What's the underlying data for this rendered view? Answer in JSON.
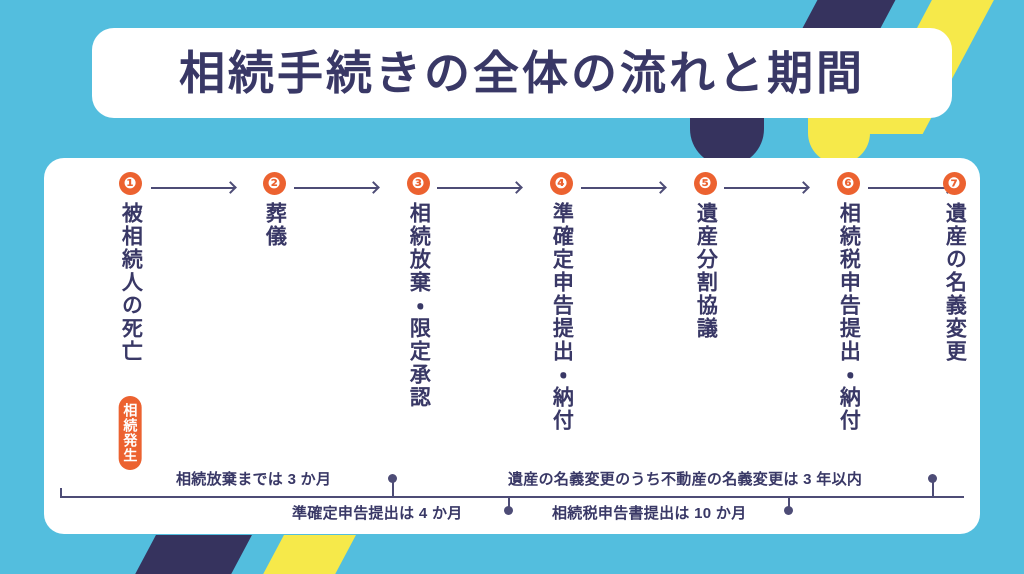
{
  "title": {
    "text": "相続手続きの全体の流れと期間"
  },
  "colors": {
    "background_cyan": "#53BEDE",
    "navy": "#393866",
    "navy_line": "#4D4C76",
    "orange": "#EC6230",
    "yellow": "#F6E94A",
    "card_white": "#FFFFFF"
  },
  "flow": {
    "steps": [
      {
        "number": "❶",
        "label": "被相続人の死亡",
        "badge": "相続発生"
      },
      {
        "number": "❷",
        "label": "葬儀",
        "badge": null
      },
      {
        "number": "❸",
        "label": "相続放棄・限定承認",
        "badge": null
      },
      {
        "number": "❹",
        "label": "準確定申告提出・納付",
        "badge": null
      },
      {
        "number": "❺",
        "label": "遺産分割協議",
        "badge": null
      },
      {
        "number": "❻",
        "label": "相続税申告提出・納付",
        "badge": null
      },
      {
        "number": "❼",
        "label": "遺産の名義変更",
        "badge": null
      }
    ]
  },
  "timeline": {
    "deadlines": [
      {
        "label": "相続放棄までは 3 か月",
        "position": "above"
      },
      {
        "label": "準確定申告提出は 4 か月",
        "position": "below"
      },
      {
        "label": "相続税申告書提出は 10 か月",
        "position": "below"
      },
      {
        "label": "遺産の名義変更のうち不動産の名義変更は 3 年以内",
        "position": "above"
      }
    ]
  }
}
